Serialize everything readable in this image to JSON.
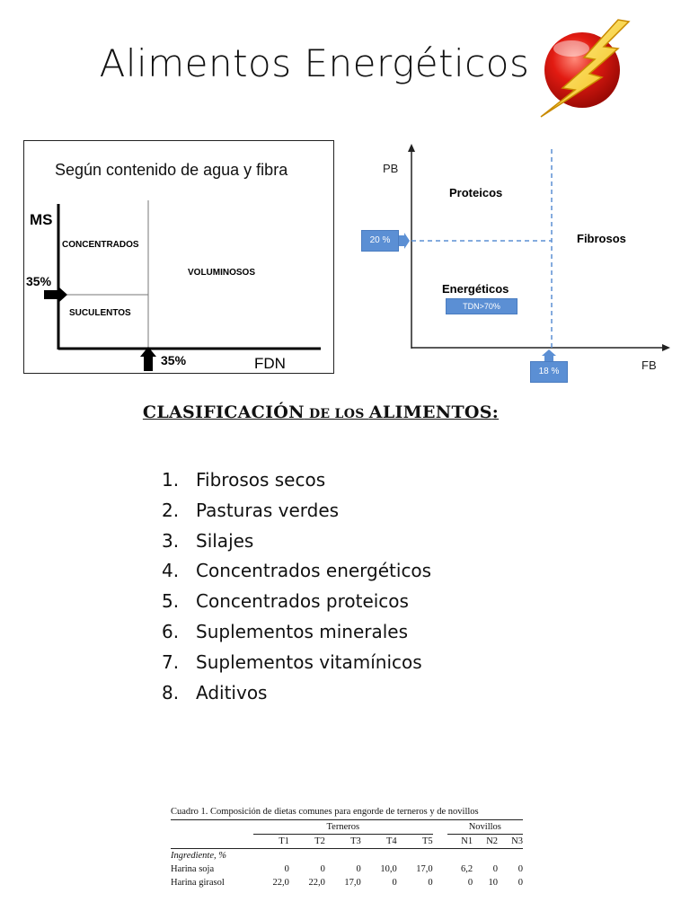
{
  "title": "Alimentos Energéticos",
  "icon": "lightning-bolt-icon",
  "diagram_water_fiber": {
    "title": "Según contenido de agua y fibra",
    "y_axis": "MS",
    "y_marker": "35%",
    "x_axis": "FDN",
    "x_marker": "35%",
    "regions": {
      "concentrados": "CONCENTRADOS",
      "voluminosos": "VOLUMINOSOS",
      "suculentos": "SUCULENTOS"
    }
  },
  "diagram_pb_fb": {
    "y_axis": "PB",
    "x_axis": "FB",
    "proteicos": "Proteicos",
    "fibrosos": "Fibrosos",
    "energeticos": "Energéticos",
    "tdn_label": "TDN>70%",
    "y_threshold": "20 %",
    "x_threshold": "18 %"
  },
  "heading": {
    "part1": "CLASIFICACIÓN",
    "part2": " DE LOS ",
    "part3": "ALIMENTOS",
    "colon": ":"
  },
  "classification": [
    {
      "num": "1.",
      "text": "Fibrosos secos"
    },
    {
      "num": "2.",
      "text": "Pasturas verdes"
    },
    {
      "num": "3.",
      "text": "Silajes"
    },
    {
      "num": "4.",
      "text": "Concentrados energéticos"
    },
    {
      "num": "5.",
      "text": "Concentrados proteicos"
    },
    {
      "num": "6.",
      "text": "Suplementos minerales"
    },
    {
      "num": "7.",
      "text": "Suplementos vitamínicos"
    },
    {
      "num": "8.",
      "text": "Aditivos"
    }
  ],
  "table": {
    "caption": "Cuadro 1. Composición de dietas comunes para engorde de terneros y de novillos",
    "group_terneros": "Terneros",
    "group_novillos": "Novillos",
    "columns": [
      "T1",
      "T2",
      "T3",
      "T4",
      "T5",
      "N1",
      "N2",
      "N3"
    ],
    "section": "Ingrediente, %",
    "rows": [
      {
        "label": "Harina soja",
        "values": [
          "0",
          "0",
          "0",
          "10,0",
          "17,0",
          "6,2",
          "0",
          "0"
        ]
      },
      {
        "label": "Harina girasol",
        "values": [
          "22,0",
          "22,0",
          "17,0",
          "0",
          "0",
          "0",
          "10",
          "0"
        ]
      }
    ]
  }
}
